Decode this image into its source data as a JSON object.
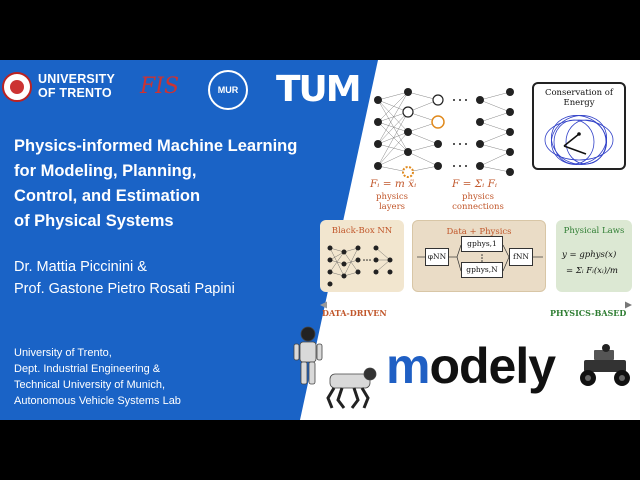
{
  "logos": {
    "university_line1": "UNIVERSITY",
    "university_line2": "OF TRENTO",
    "fis": "FIS",
    "mur": "MUR",
    "tum": "TUM"
  },
  "title_lines": [
    "Physics-informed Machine Learning",
    "for Modeling, Planning,",
    "Control, and Estimation",
    "of Physical Systems"
  ],
  "authors": [
    "Dr. Mattia Piccinini &",
    "Prof. Gastone Pietro Rosati Papini"
  ],
  "affiliation": [
    "University of Trento,",
    "Dept. Industrial Engineering &",
    "Technical University of Munich,",
    "Autonomous Vehicle Systems Lab"
  ],
  "diagram": {
    "physics_layers_eq": "Fᵢ = m ẍᵢ",
    "physics_layers_label": "physics layers",
    "connections_eq": "F = Σᵢ Fᵢ",
    "connections_label": "physics connections",
    "energy_title_1": "Conservation of",
    "energy_title_2": "Energy",
    "blackbox_title": "Black-Box NN",
    "data_physics_title": "Data + Physics",
    "physical_laws_title": "Physical Laws",
    "phi_nn": "φNN",
    "g_phys_1": "gphys,1",
    "g_phys_n": "gphys,N",
    "f_nn": "fNN",
    "law_1": "y = gphys(x)",
    "law_2": "= Σᵢ Fᵢ(xᵢ)/m",
    "data_driven": "DATA-DRIVEN",
    "physics_based": "PHYSICS-BASED"
  },
  "brand": {
    "modely_m": "m",
    "modely_rest": "odely"
  },
  "colors": {
    "blue": "#1a63c6",
    "accent_orange": "#c1572b",
    "physics_green": "#2e7d32"
  }
}
